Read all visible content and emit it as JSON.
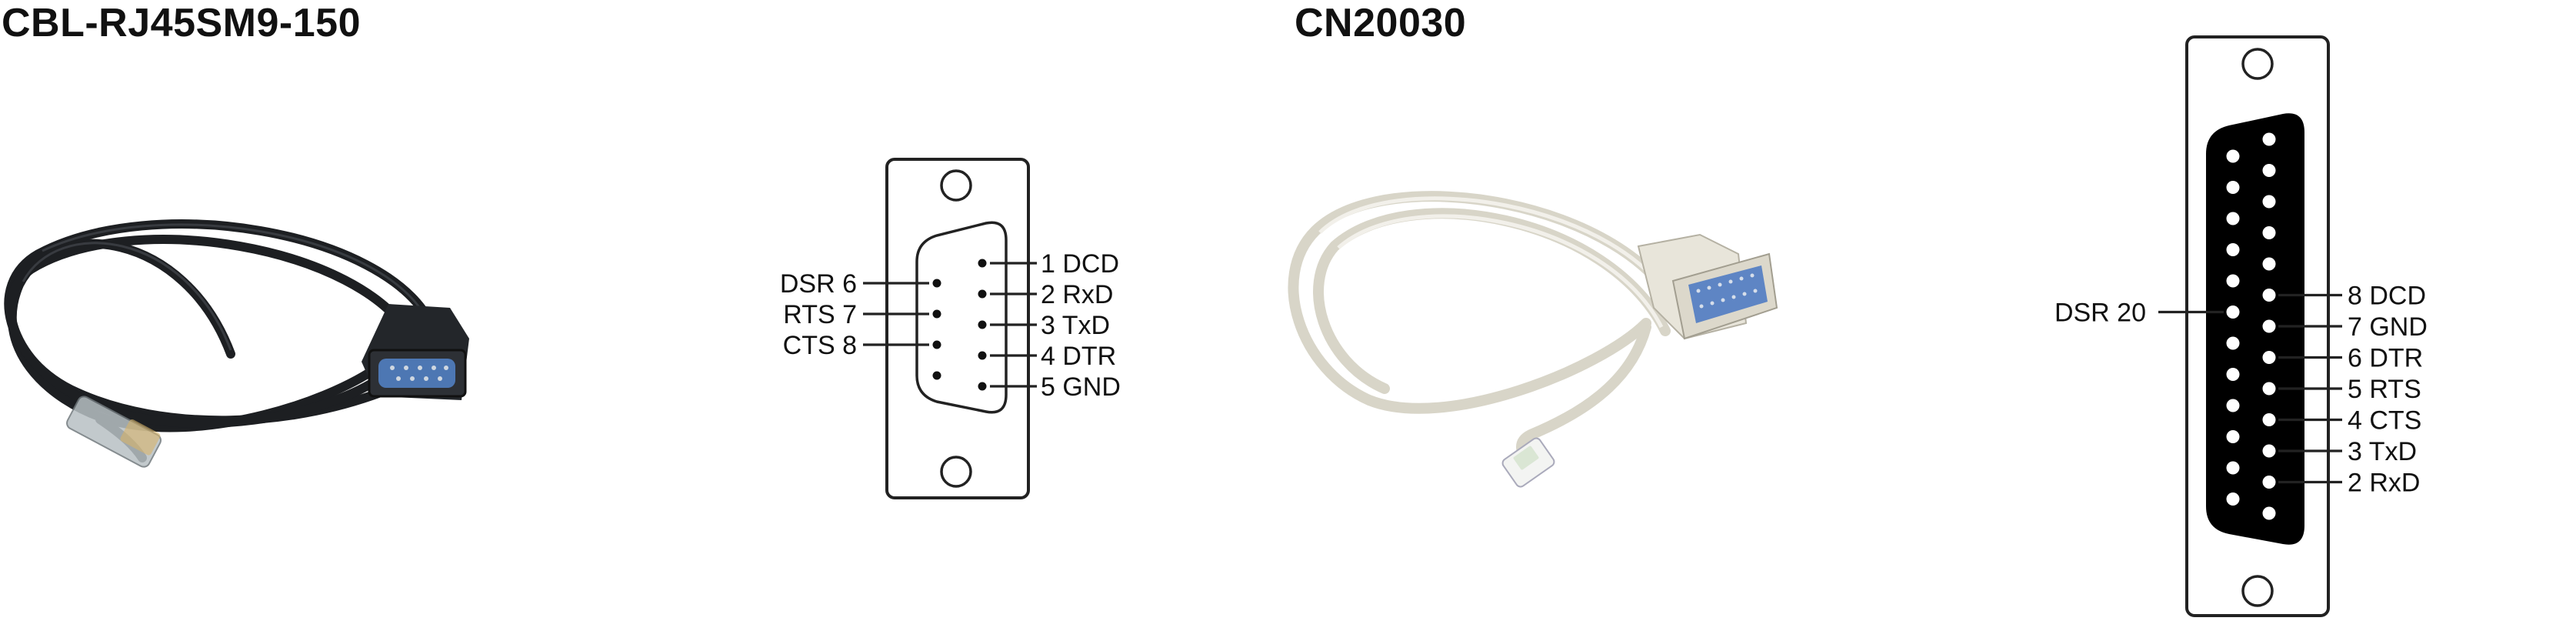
{
  "products": [
    {
      "title": "CBL-RJ45SM9-150",
      "cable_photo_icon": "black-rj45-to-db9-female-cable",
      "pinout": {
        "connector": "DB9",
        "right_pins": [
          "1 DCD",
          "2 RxD",
          "3 TxD",
          "4 DTR",
          "5 GND"
        ],
        "left_pins": [
          "DSR 6",
          "RTS 7",
          "CTS 8"
        ]
      }
    },
    {
      "title": "CN20030",
      "cable_photo_icon": "beige-rj45-to-db25-female-cable",
      "pinout": {
        "connector": "DB25",
        "right_pins": [
          "8 DCD",
          "7 GND",
          "6 DTR",
          "5 RTS",
          "4 CTS",
          "3 TxD",
          "2 RxD"
        ],
        "left_pins": [
          "DSR 20"
        ]
      }
    }
  ],
  "colors": {
    "text": "#111111",
    "outline": "#222222",
    "connector_fill": "#000000",
    "left_cable": "#1d1f22",
    "right_cable": "#e6e3d8",
    "db9_face": "#4d77b3",
    "db25_face": "#5e85c4"
  }
}
